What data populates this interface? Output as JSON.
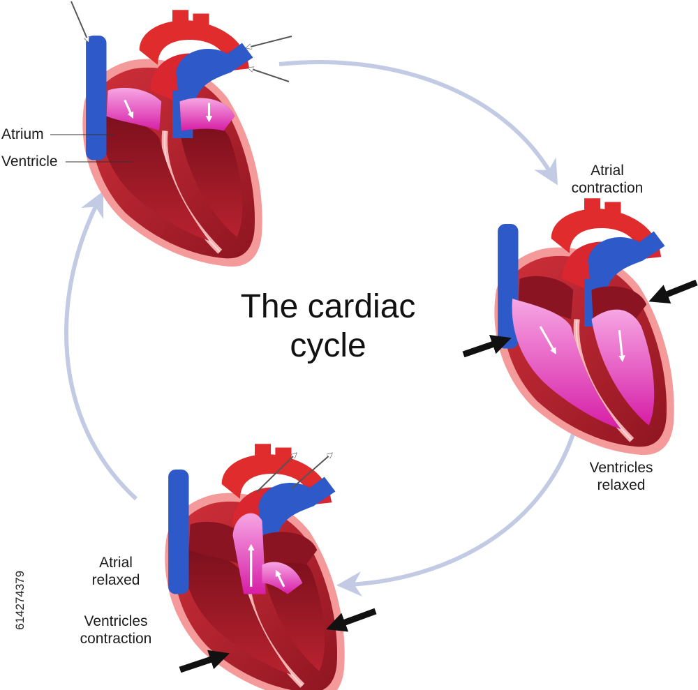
{
  "title": {
    "line1": "The cardiac",
    "line2": "cycle"
  },
  "labels": {
    "atrium": "Atrium",
    "ventricle": "Ventricle",
    "atrial_contraction_l1": "Atrial",
    "atrial_contraction_l2": "contraction",
    "ventricles_relaxed_l1": "Ventricles",
    "ventricles_relaxed_l2": "relaxed",
    "atrial_relaxed_l1": "Atrial",
    "atrial_relaxed_l2": "relaxed",
    "ventricles_contraction_l1": "Ventricles",
    "ventricles_contraction_l2": "contraction"
  },
  "stock_id": "614274379",
  "colors": {
    "cycle_arrow": "#c3cbe4",
    "artery_red": "#e02c2c",
    "vein_blue": "#2e59c9",
    "myocardium": "#b3202c",
    "pericardium": "#f28a8a",
    "blood_pink": "#e535b8",
    "press_arrow": "#111111"
  }
}
